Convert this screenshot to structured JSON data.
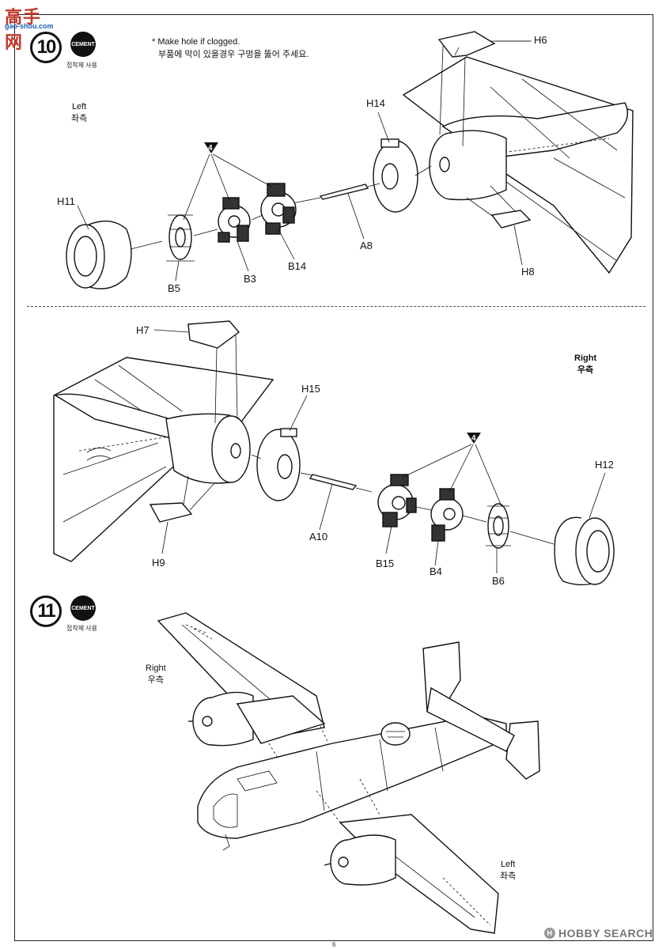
{
  "watermark": {
    "cn": "高手网",
    "url": "gao-shou.com"
  },
  "step10": {
    "number": "10",
    "cement": "CEMENT",
    "cement_sub": "접착제 사용",
    "note_en": "* Make hole if clogged.",
    "note_kr": "부품에 막이 있을경우 구멍을 뚫어 주세요.",
    "side_en": "Left",
    "side_kr": "좌측",
    "callout": "4",
    "parts": [
      "H6",
      "H14",
      "H11",
      "A8",
      "H8",
      "B5",
      "B3",
      "B14"
    ]
  },
  "step10b": {
    "side_en": "Right",
    "side_kr": "우측",
    "callout": "4",
    "parts": [
      "H7",
      "H15",
      "H12",
      "A10",
      "H9",
      "B15",
      "B4",
      "B6"
    ]
  },
  "step11": {
    "number": "11",
    "cement": "CEMENT",
    "cement_sub": "접착제 사용",
    "right_en": "Right",
    "right_kr": "우측",
    "left_en": "Left",
    "left_kr": "좌측"
  },
  "footer": {
    "brand": "HOBBY SEARCH",
    "brand_mark": "H",
    "page": "6"
  }
}
